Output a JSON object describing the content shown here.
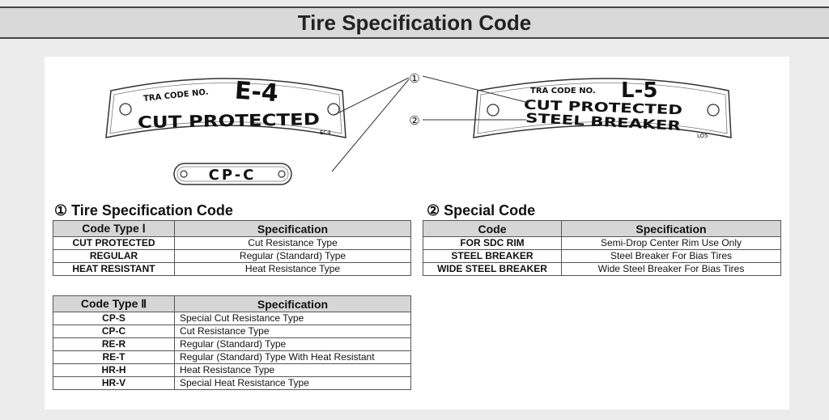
{
  "header": {
    "title": "Tire Specification Code"
  },
  "diagram": {
    "plate_left": {
      "tra": "TRA CODE NO.",
      "code": "E-4",
      "text": "CUT PROTECTED",
      "small": "EC4"
    },
    "plate_small": {
      "text": "CP-C"
    },
    "plate_right": {
      "tra": "TRA CODE NO.",
      "code": "L-5",
      "line1": "CUT PROTECTED",
      "line2": "STEEL BREAKER",
      "small": "LO5"
    },
    "callout1": "①",
    "callout2": "②"
  },
  "tire_spec": {
    "title": "① Tire Specification Code",
    "table1": {
      "headers": [
        "Code Type Ⅰ",
        "Specification"
      ],
      "rows": [
        [
          "CUT PROTECTED",
          "Cut Resistance Type"
        ],
        [
          "REGULAR",
          "Regular (Standard) Type"
        ],
        [
          "HEAT RESISTANT",
          "Heat Resistance Type"
        ]
      ]
    },
    "table2": {
      "headers": [
        "Code Type Ⅱ",
        "Specification"
      ],
      "rows": [
        [
          "CP-S",
          "Special Cut Resistance Type"
        ],
        [
          "CP-C",
          "Cut Resistance Type"
        ],
        [
          "RE-R",
          "Regular (Standard) Type"
        ],
        [
          "RE-T",
          "Regular (Standard) Type With Heat Resistant"
        ],
        [
          "HR-H",
          "Heat Resistance Type"
        ],
        [
          "HR-V",
          "Special Heat Resistance Type"
        ]
      ]
    }
  },
  "special": {
    "title": "② Special Code",
    "table": {
      "headers": [
        "Code",
        "Specification"
      ],
      "rows": [
        [
          "FOR SDC RIM",
          "Semi-Drop Center Rim Use Only"
        ],
        [
          "STEEL BREAKER",
          "Steel Breaker For Bias Tires"
        ],
        [
          "WIDE STEEL BREAKER",
          "Wide Steel Breaker For Bias Tires"
        ]
      ]
    }
  }
}
